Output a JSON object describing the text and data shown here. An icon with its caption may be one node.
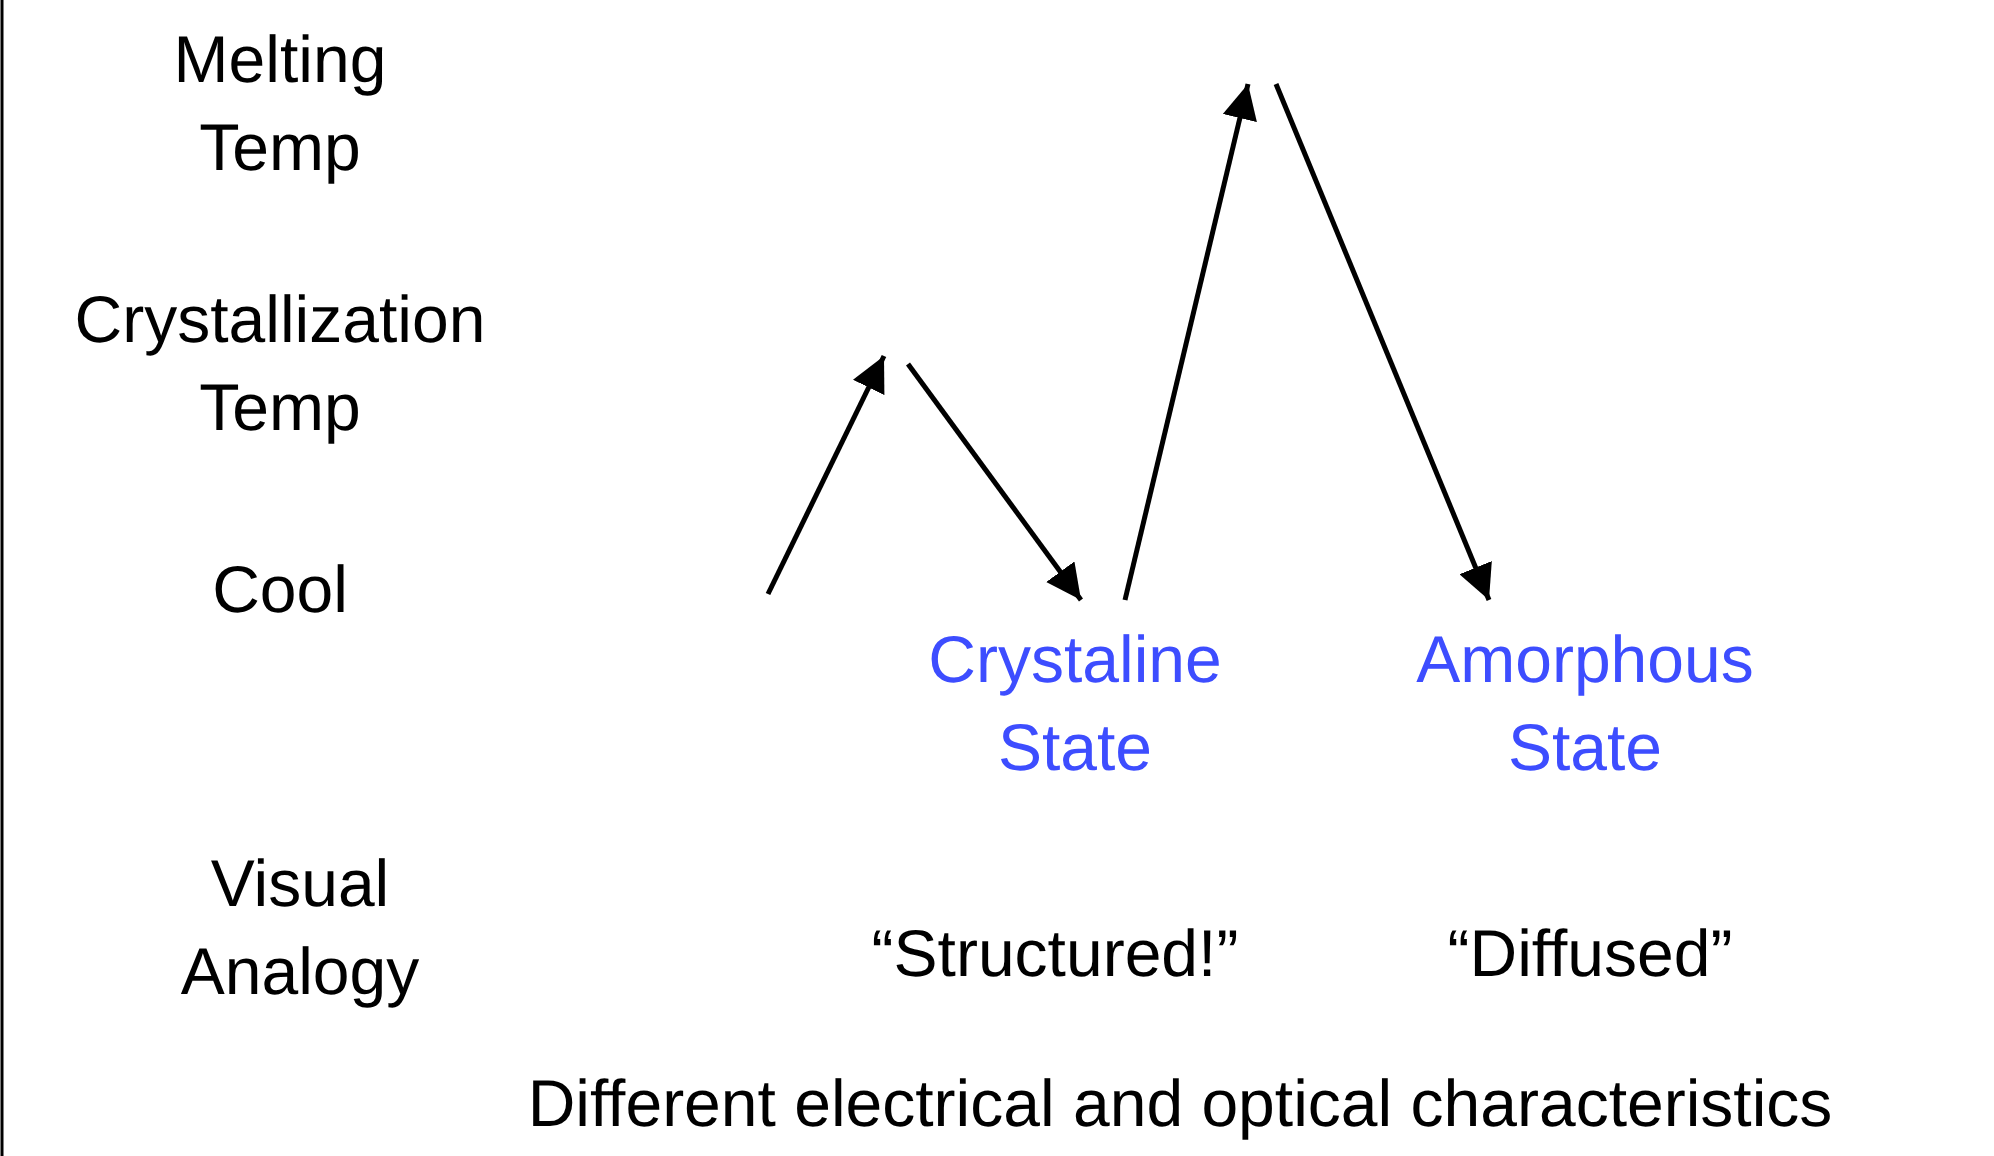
{
  "diagram": {
    "nodes": [
      {
        "text": [
          "Crystaline State"
        ]
      },
      {
        "text": [
          "Amorphous State"
        ]
      }
    ],
    "edges": [
      {
        "from": null,
        "to": 0,
        "arrow": "to"
      },
      {
        "from": 0,
        "to": null,
        "arrow": "to"
      },
      {
        "from": null,
        "to": 1,
        "arrow": "to"
      }
    ],
    "labels": [
      "Melting Temp",
      "Crystallization Temp",
      "Cool",
      "Visual Analogy",
      "“Structured!”",
      "“Diffused”",
      "Different electrical and optical characteristics"
    ]
  }
}
